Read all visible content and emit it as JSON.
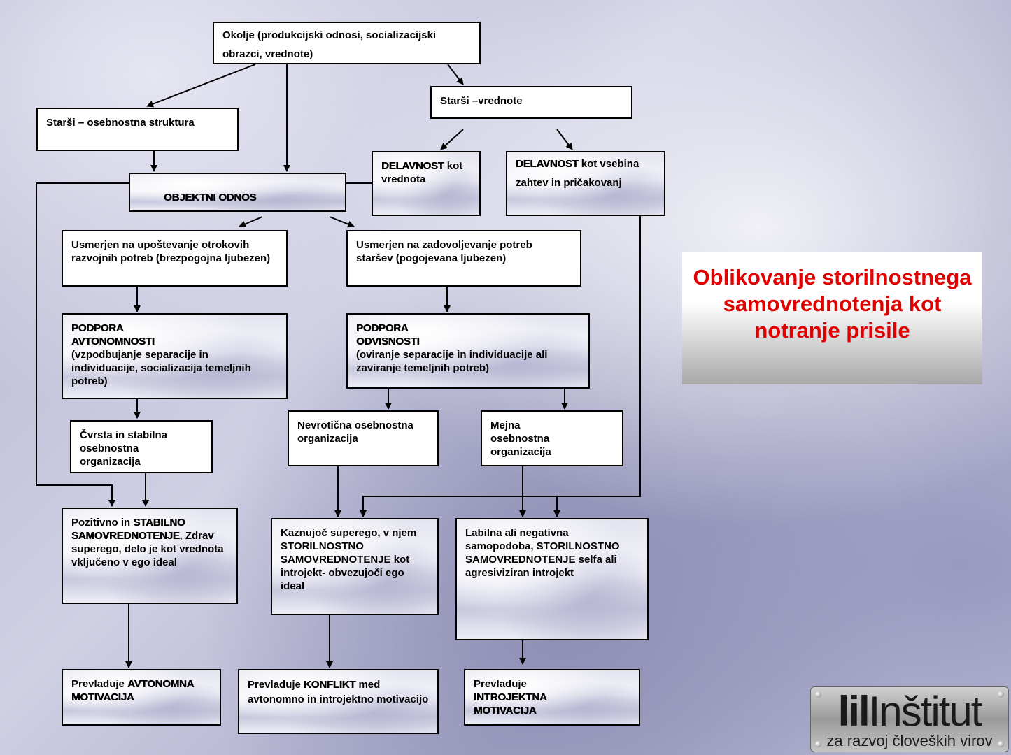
{
  "boxes": {
    "okolje": "Okolje (produkcijski odnosi,  socializacijski obrazci, vrednote)",
    "starsi_struktura": "Starši – osebnostna struktura",
    "starsi_vrednote": "Starši –vrednote",
    "delavnost_vrednota": {
      "em": "DELAVNOST",
      "rest": " kot vrednota"
    },
    "delavnost_vsebina": {
      "em": "DELAVNOST",
      "rest": " kot vsebina zahtev  in pričakovanj"
    },
    "objektni_odnos": "OBJEKTNI ODNOS",
    "usmerjen_otrok": "Usmerjen na  upoštevanje otrokovih razvojnih potreb (brezpogojna ljubezen)",
    "usmerjen_starsi": "Usmerjen na zadovoljevanje potreb staršev (pogojevana ljubezen)",
    "podpora_avtonomnosti": {
      "em": "PODPORA AVTONOMNOSTI",
      "rest": "(vzpodbujanje separacije in individuacije, socializacija temeljnih potreb)"
    },
    "podpora_odvisnosti": {
      "em": "PODPORA ODVISNOSTI",
      "rest": "(oviranje separacije in individuacije ali zaviranje temeljnih potreb)"
    },
    "cvrsta": "Čvrsta in stabilna osebnostna organizacija",
    "nevroticna": "Nevrotična  osebnostna organizacija",
    "mejna": "Mejna osebnostna organizacija",
    "pozitivno": {
      "pre": "Pozitivno in ",
      "em": "STABILNO SAMOVREDNOTENJE",
      "rest": ", Zdrav superego, delo je kot vrednota vključeno v ego ideal"
    },
    "kaznujoc": {
      "pre": "Kaznujoč superego, v njem STORILNOSTNO SAMOVREDNOTENJE",
      "rest": " kot introjekt-  obvezujoči ego ideal"
    },
    "labilna": "Labilna ali negativna samopodoba, STORILNOSTNO SAMOVREDNOTENJE selfa ali agresiviziran introjekt",
    "prev_avtonomna": {
      "pre": "Prevladuje ",
      "em": "AVTONOMNA MOTIVACIJA"
    },
    "prev_konflikt": {
      "pre": "Prevladuje ",
      "em": "KONFLIKT",
      "rest": " med avtonomno in introjektno motivacijo"
    },
    "prev_introjektna": {
      "pre": "Prevladuje ",
      "em": "INTROJEKTNA MOTIVACIJA"
    }
  },
  "title": "Oblikovanje storilnostnega samovrednotenja kot notranje prisile",
  "logo": {
    "name": "Inštitut",
    "subtitle": "za razvoj človeških virov"
  },
  "colors": {
    "title": "#e00000"
  }
}
